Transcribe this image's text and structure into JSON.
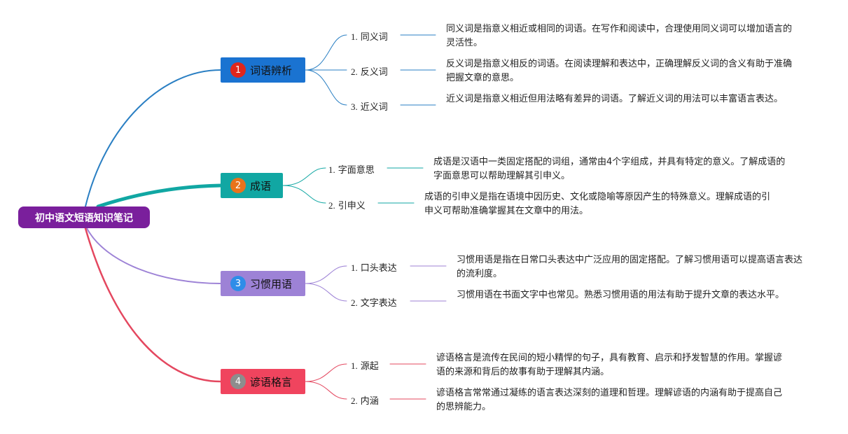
{
  "root": {
    "title": "初中语文短语知识笔记"
  },
  "topics": [
    {
      "number": "1",
      "title": "词语辨析",
      "fill": "#1a73d1",
      "badge_color": "#e0261c",
      "line_color": "#2a7fc3",
      "children": [
        {
          "num": "1.",
          "label": "同义词",
          "text": "同义词是指意义相近或相同的词语。在写作和阅读中，合理使用同义词可以增加语言的灵活性。"
        },
        {
          "num": "2.",
          "label": "反义词",
          "text": "反义词是指意义相反的词语。在阅读理解和表达中，正确理解反义词的含义有助于准确把握文章的意思。"
        },
        {
          "num": "3.",
          "label": "近义词",
          "text": "近义词是指意义相近但用法略有差异的词语。了解近义词的用法可以丰富语言表达。"
        }
      ]
    },
    {
      "number": "2",
      "title": "成语",
      "fill": "#11a7a3",
      "badge_color": "#e8731b",
      "line_color": "#11a7a3",
      "children": [
        {
          "num": "1.",
          "label": "字面意思",
          "text": "成语是汉语中一类固定搭配的词组，通常由4个字组成，并具有特定的意义。了解成语的字面意思可以帮助理解其引申义。"
        },
        {
          "num": "2.",
          "label": "引申义",
          "text": "成语的引申义是指在语境中因历史、文化或隐喻等原因产生的特殊意义。理解成语的引申义可帮助准确掌握其在文章中的用法。"
        }
      ]
    },
    {
      "number": "3",
      "title": "习惯用语",
      "fill": "#9d82d6",
      "badge_color": "#2e8de8",
      "line_color": "#9d82d6",
      "children": [
        {
          "num": "1.",
          "label": "口头表达",
          "text": "习惯用语是指在日常口头表达中广泛应用的固定搭配。了解习惯用语可以提高语言表达的流利度。"
        },
        {
          "num": "2.",
          "label": "文字表达",
          "text": "习惯用语在书面文字中也常见。熟悉习惯用语的用法有助于提升文章的表达水平。"
        }
      ]
    },
    {
      "number": "4",
      "title": "谚语格言",
      "fill": "#f0445e",
      "badge_color": "#8d8d8d",
      "line_color": "#e4475f",
      "children": [
        {
          "num": "1.",
          "label": "源起",
          "text": "谚语格言是流传在民间的短小精悍的句子，具有教育、启示和抒发智慧的作用。掌握谚语的来源和背后的故事有助于理解其内涵。"
        },
        {
          "num": "2.",
          "label": "内涵",
          "text": "谚语格言常常通过凝练的语言表达深刻的道理和哲理。理解谚语的内涵有助于提高自己的思辨能力。"
        }
      ]
    }
  ]
}
